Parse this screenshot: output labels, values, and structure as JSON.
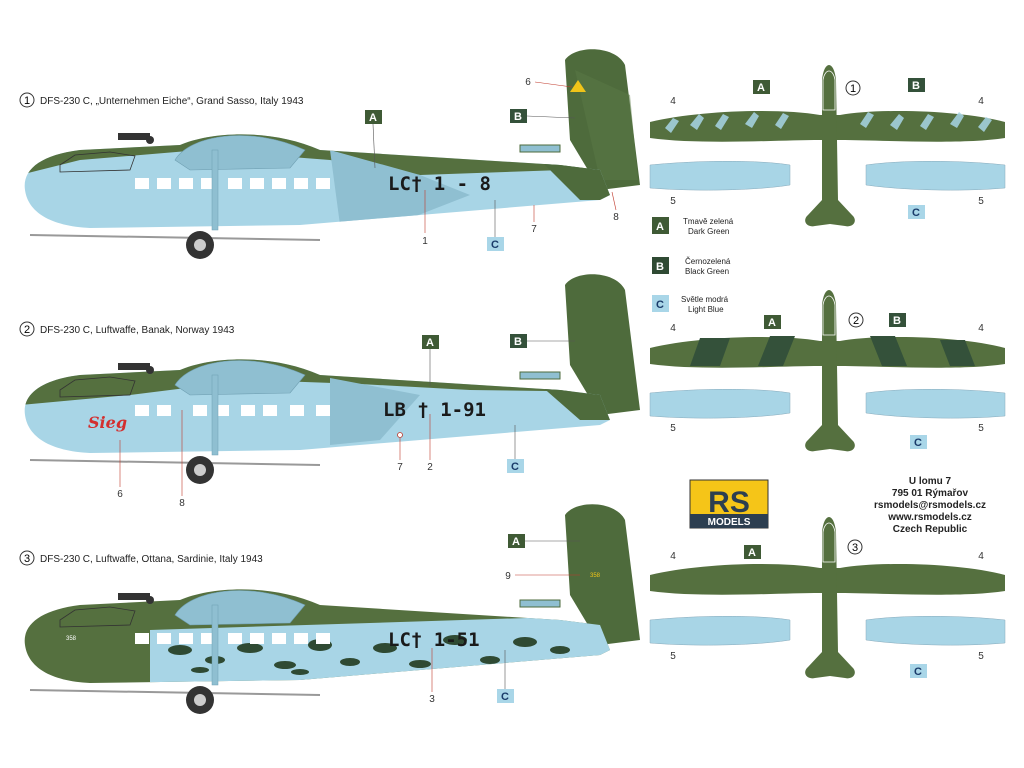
{
  "profiles": [
    {
      "num": "1",
      "title": "DFS-230 C, „Unternehmen Eiche“, Grand Sasso, Italy 1943",
      "registration": "LC† 1 - 8",
      "callouts": {
        "a": "A",
        "b": "B",
        "c": "C",
        "n1": "1",
        "n6": "6",
        "n7": "7",
        "n8": "8"
      }
    },
    {
      "num": "2",
      "title": "DFS-230 C, Luftwaffe, Banak, Norway 1943",
      "registration": "LB † 1-91",
      "nose_art": "Sieg",
      "callouts": {
        "a": "A",
        "b": "B",
        "c": "C",
        "n2": "2",
        "n6": "6",
        "n7": "7",
        "n8": "8"
      }
    },
    {
      "num": "3",
      "title": "DFS-230 C, Luftwaffe, Ottana, Sardinie, Italy 1943",
      "registration": "LC† 1-51",
      "tail_code": "358",
      "callouts": {
        "a": "A",
        "c": "C",
        "n3": "3",
        "n9": "9"
      }
    }
  ],
  "planviews": [
    {
      "num": "1",
      "a": "A",
      "b": "B",
      "c": "C",
      "n4": "4",
      "n5": "5"
    },
    {
      "num": "2",
      "a": "A",
      "b": "B",
      "c": "C",
      "n4": "4",
      "n5": "5"
    },
    {
      "num": "3",
      "a": "A",
      "c": "C",
      "n4": "4",
      "n5": "5"
    }
  ],
  "legend": [
    {
      "key": "A",
      "cz": "Tmavě zelená",
      "en": "Dark Green",
      "color": "#3f5a35"
    },
    {
      "key": "B",
      "cz": "Černozelená",
      "en": "Black Green",
      "color": "#2f4a33"
    },
    {
      "key": "C",
      "cz": "Světle modrá",
      "en": "Light Blue",
      "color": "#a9d6e8"
    }
  ],
  "logo": {
    "top": "RS",
    "bottom": "MODELS"
  },
  "address": [
    "U lomu 7",
    "795 01 Rýmařov",
    "rsmodels@rsmodels.cz",
    "www.rsmodels.cz",
    "Czech Republic"
  ],
  "colors": {
    "dark_green": "#55703f",
    "black_green": "#34513a",
    "light_blue": "#a9d5e6",
    "badge_green": "#3f5a35"
  }
}
